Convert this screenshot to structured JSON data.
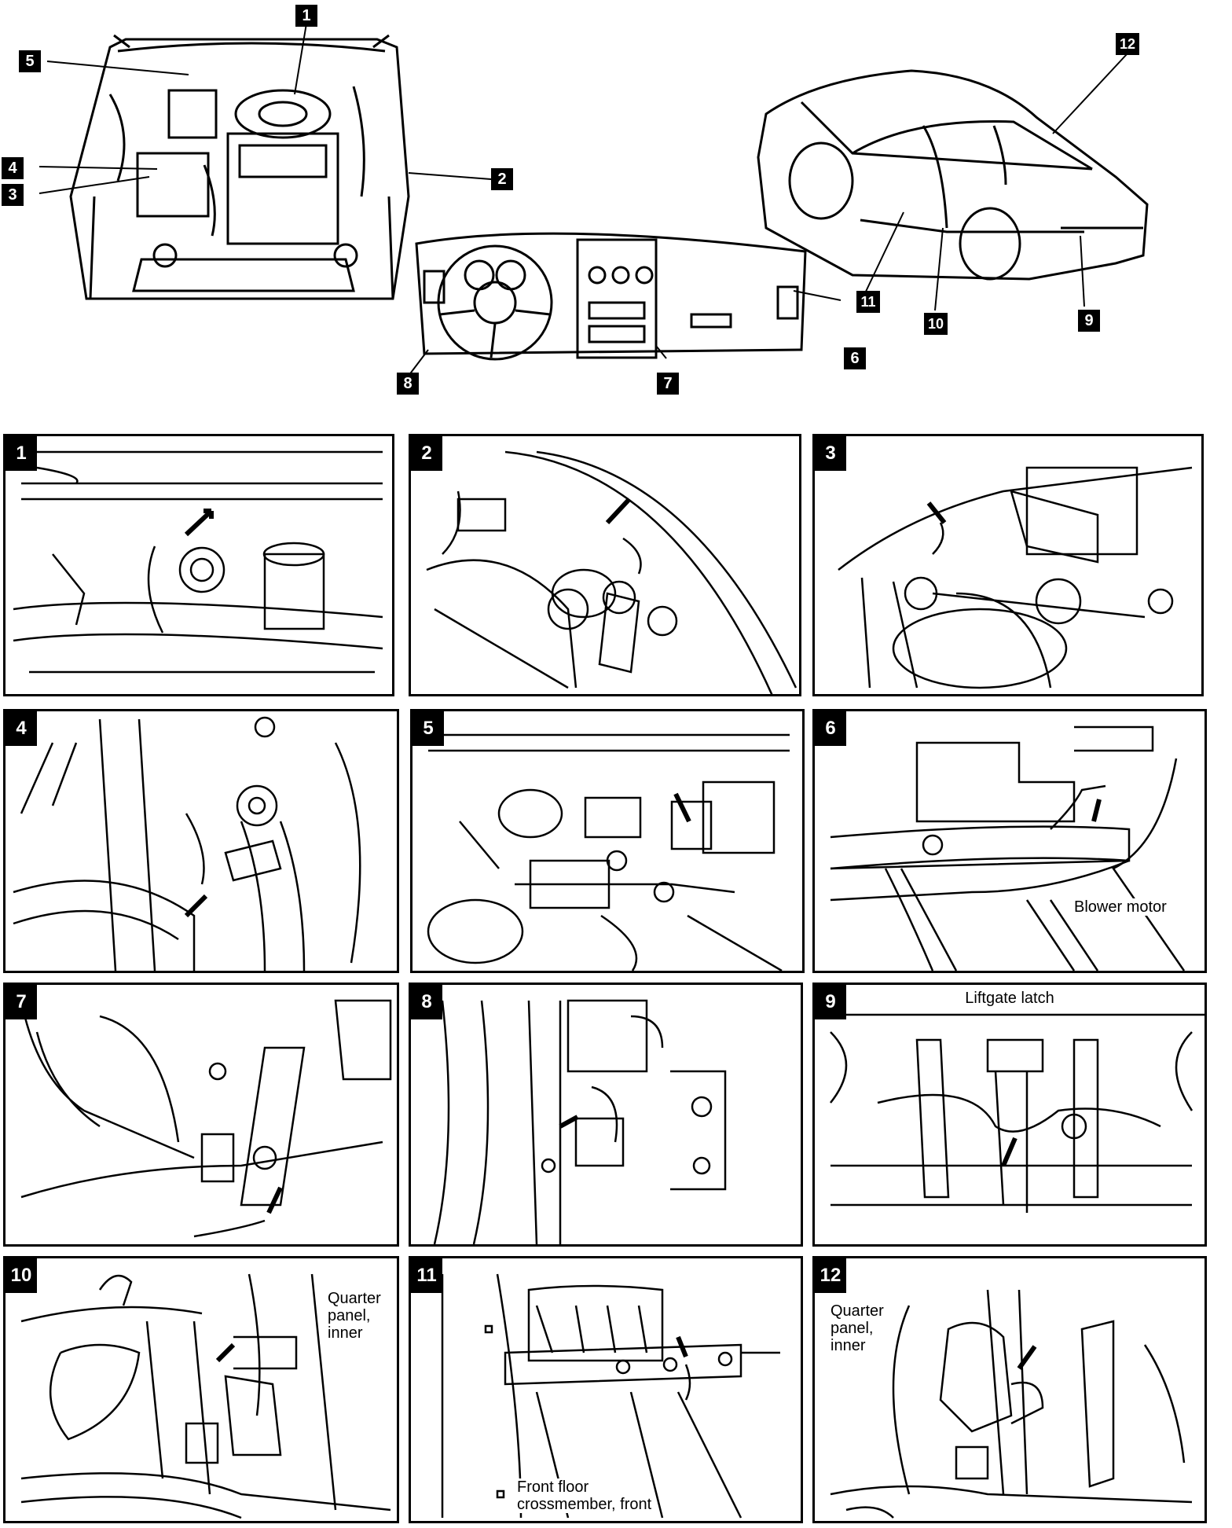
{
  "overview_keys": [
    "1",
    "2",
    "3",
    "4",
    "5",
    "6",
    "7",
    "8",
    "9",
    "10",
    "11",
    "12"
  ],
  "panels": [
    {
      "number": "1",
      "caption": ""
    },
    {
      "number": "2",
      "caption": ""
    },
    {
      "number": "3",
      "caption": ""
    },
    {
      "number": "4",
      "caption": ""
    },
    {
      "number": "5",
      "caption": ""
    },
    {
      "number": "6",
      "caption": "Blower motor"
    },
    {
      "number": "7",
      "caption": ""
    },
    {
      "number": "8",
      "caption": ""
    },
    {
      "number": "9",
      "caption": "Liftgate latch"
    },
    {
      "number": "10",
      "caption_lines": [
        "Quarter",
        "panel,",
        "inner"
      ]
    },
    {
      "number": "11",
      "caption_lines": [
        "Front floor",
        "crossmember, front"
      ]
    },
    {
      "number": "12",
      "caption_lines": [
        "Quarter",
        "panel,",
        "inner"
      ]
    }
  ]
}
